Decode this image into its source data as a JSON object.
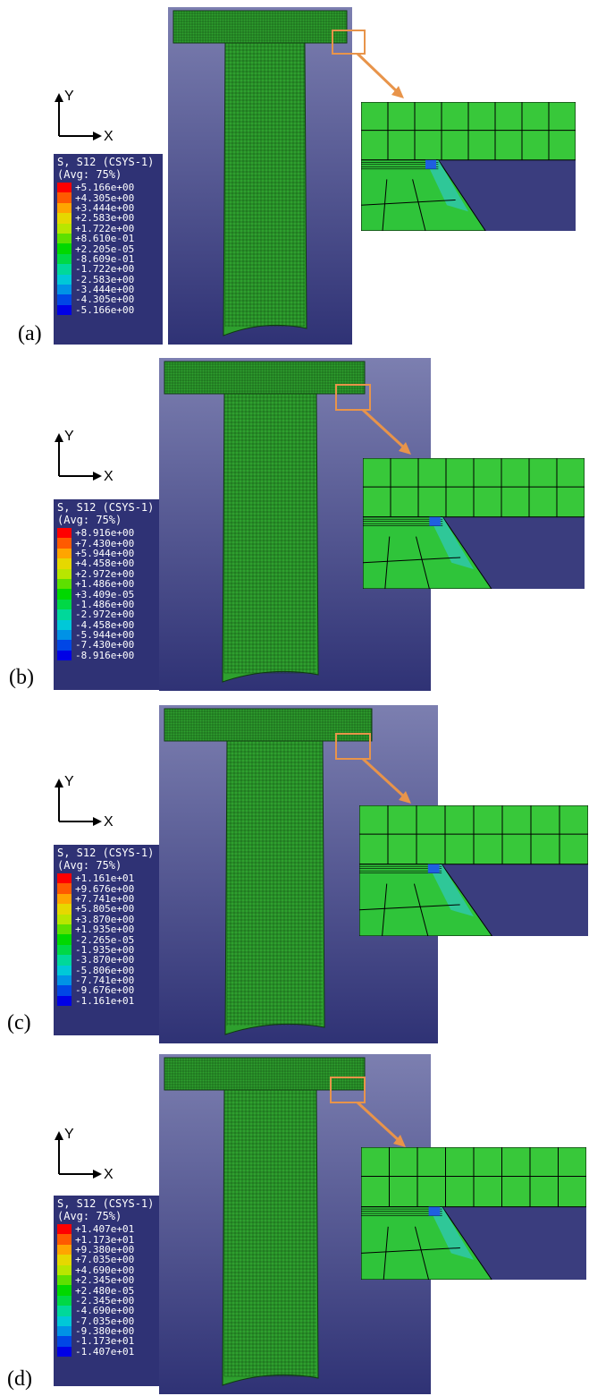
{
  "colors": {
    "viewport_bg_top": "#7c7fb0",
    "viewport_bg_bottom": "#2f3275",
    "mesh_green": "#2ea02e",
    "mesh_line": "#0f3a0f",
    "zoom_box": "#e8944a",
    "contour": [
      "#ff0000",
      "#ff5a00",
      "#ffa500",
      "#e6d800",
      "#b8e600",
      "#5de000",
      "#00d800",
      "#00d846",
      "#00d89a",
      "#00c8d8",
      "#0092e6",
      "#0046e6",
      "#0000e6"
    ]
  },
  "axis_labels": {
    "x": "X",
    "y": "Y"
  },
  "panels": [
    {
      "label": "(a)",
      "legend": {
        "title": "S, S12 (CSYS-1)",
        "avg": "(Avg: 75%)",
        "values": [
          "+5.166e+00",
          "+4.305e+00",
          "+3.444e+00",
          "+2.583e+00",
          "+1.722e+00",
          "+8.610e-01",
          "+2.205e-05",
          "-8.609e-01",
          "-1.722e+00",
          "-2.583e+00",
          "-3.444e+00",
          "-4.305e+00",
          "-5.166e+00"
        ]
      }
    },
    {
      "label": "(b)",
      "legend": {
        "title": "S, S12 (CSYS-1)",
        "avg": "(Avg: 75%)",
        "values": [
          "+8.916e+00",
          "+7.430e+00",
          "+5.944e+00",
          "+4.458e+00",
          "+2.972e+00",
          "+1.486e+00",
          "+3.409e-05",
          "-1.486e+00",
          "-2.972e+00",
          "-4.458e+00",
          "-5.944e+00",
          "-7.430e+00",
          "-8.916e+00"
        ]
      }
    },
    {
      "label": "(c)",
      "legend": {
        "title": "S, S12 (CSYS-1)",
        "avg": "(Avg: 75%)",
        "values": [
          "+1.161e+01",
          "+9.676e+00",
          "+7.741e+00",
          "+5.805e+00",
          "+3.870e+00",
          "+1.935e+00",
          "-2.265e-05",
          "-1.935e+00",
          "-3.870e+00",
          "-5.806e+00",
          "-7.741e+00",
          "-9.676e+00",
          "-1.161e+01"
        ]
      }
    },
    {
      "label": "(d)",
      "legend": {
        "title": "S, S12 (CSYS-1)",
        "avg": "(Avg: 75%)",
        "values": [
          "+1.407e+01",
          "+1.173e+01",
          "+9.380e+00",
          "+7.035e+00",
          "+4.690e+00",
          "+2.345e+00",
          "+2.480e-05",
          "-2.345e+00",
          "-4.690e+00",
          "-7.035e+00",
          "-9.380e+00",
          "-1.173e+01",
          "-1.407e+01"
        ]
      }
    }
  ]
}
